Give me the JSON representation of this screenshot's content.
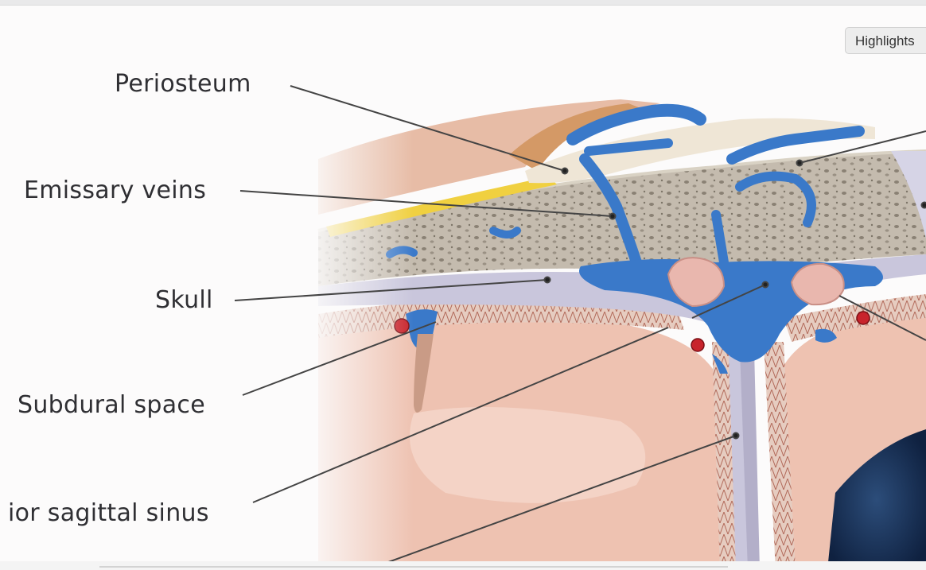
{
  "toolbar": {
    "highlights_label": "Highlights"
  },
  "labels": {
    "periosteum": "Periosteum",
    "emissary_veins": "Emissary veins",
    "skull": "Skull",
    "subdural_space": "Subdural space",
    "superior_sagittal_sinus": "ior sagittal sinus"
  },
  "colors": {
    "vein_blue": "#3a79c9",
    "artery_red": "#c8242c",
    "brain_pink": "#efc6b6",
    "bone_gray": "#c9c0b2",
    "scalp_yellow": "#f0d040",
    "dura_lavender": "#c9c6dc"
  }
}
